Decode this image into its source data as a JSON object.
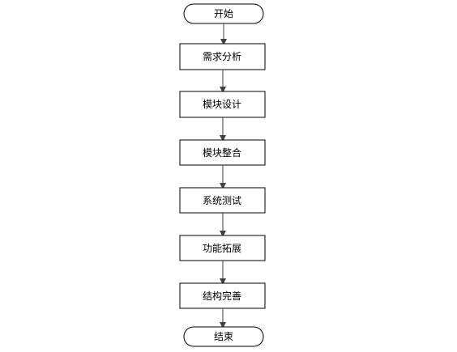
{
  "flowchart": {
    "start_label": "开始",
    "end_label": "结束",
    "steps": [
      {
        "label": "需求分析"
      },
      {
        "label": "模块设计"
      },
      {
        "label": "模块整合"
      },
      {
        "label": "系统测试"
      },
      {
        "label": "功能拓展"
      },
      {
        "label": "结构完善"
      }
    ]
  },
  "colors": {
    "stroke": "#000000",
    "box_fill": "#ffffff",
    "arrow": "#404040",
    "text": "#000000"
  }
}
